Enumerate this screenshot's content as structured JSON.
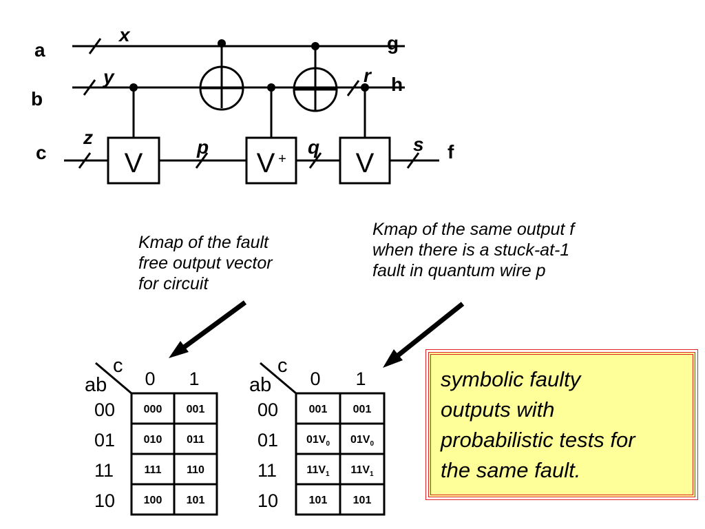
{
  "circuit": {
    "inputs": [
      "a",
      "b",
      "c"
    ],
    "outputs": [
      "g",
      "h",
      "f"
    ],
    "wire_labels": [
      "x",
      "y",
      "z",
      "p",
      "q",
      "r",
      "s"
    ],
    "gates": [
      {
        "symbol": "V",
        "superscript": ""
      },
      {
        "symbol": "V",
        "superscript": "+"
      },
      {
        "symbol": "V",
        "superscript": ""
      }
    ]
  },
  "notes": {
    "left": [
      "Kmap of the fault",
      "free output vector",
      "for circuit"
    ],
    "right": [
      "Kmap of the same output f",
      "when there is a stuck-at-1",
      "fault in quantum wire p"
    ]
  },
  "kmap_fault_free": {
    "row_var": "ab",
    "col_var": "c",
    "col_headers": [
      "0",
      "1"
    ],
    "row_headers": [
      "00",
      "01",
      "11",
      "10"
    ],
    "cells": [
      [
        "000",
        "001"
      ],
      [
        "010",
        "011"
      ],
      [
        "111",
        "110"
      ],
      [
        "100",
        "101"
      ]
    ]
  },
  "kmap_faulty": {
    "row_var": "ab",
    "col_var": "c",
    "col_headers": [
      "0",
      "1"
    ],
    "row_headers": [
      "00",
      "01",
      "11",
      "10"
    ],
    "cells": [
      [
        {
          "t": "001",
          "s": ""
        },
        {
          "t": "001",
          "s": ""
        }
      ],
      [
        {
          "t": "01V",
          "s": "0"
        },
        {
          "t": "01V",
          "s": "0"
        }
      ],
      [
        {
          "t": "11V",
          "s": "1"
        },
        {
          "t": "11V",
          "s": "1"
        }
      ],
      [
        {
          "t": "101",
          "s": ""
        },
        {
          "t": "101",
          "s": ""
        }
      ]
    ]
  },
  "callout": {
    "lines": [
      "symbolic faulty",
      "outputs with",
      "probabilistic tests for",
      "the same fault."
    ],
    "border_color": "#e02020",
    "fill_color": "#ffff99"
  }
}
